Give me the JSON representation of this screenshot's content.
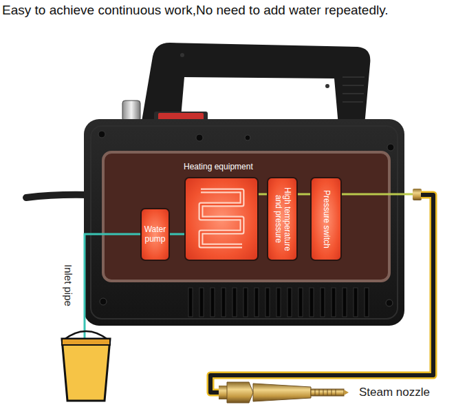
{
  "diagram": {
    "title": "Easy to achieve continuous work,No need to add water repeatedly.",
    "nodes": [
      {
        "text": [
          "Water pump"
        ]
      },
      {
        "text": [
          "Heating equipment"
        ]
      },
      {
        "text": [
          "High temperature and pressure"
        ]
      },
      {
        "text": [
          "Pressure switch"
        ]
      }
    ],
    "edges": [
      {
        "from": 0,
        "to": 1,
        "arrow": "none"
      },
      {
        "from": 1,
        "to": 2,
        "arrow": "none"
      },
      {
        "from": 2,
        "to": 3,
        "arrow": "none"
      }
    ],
    "labels": [
      "Inlet pipe",
      "Steam nozzle"
    ]
  }
}
